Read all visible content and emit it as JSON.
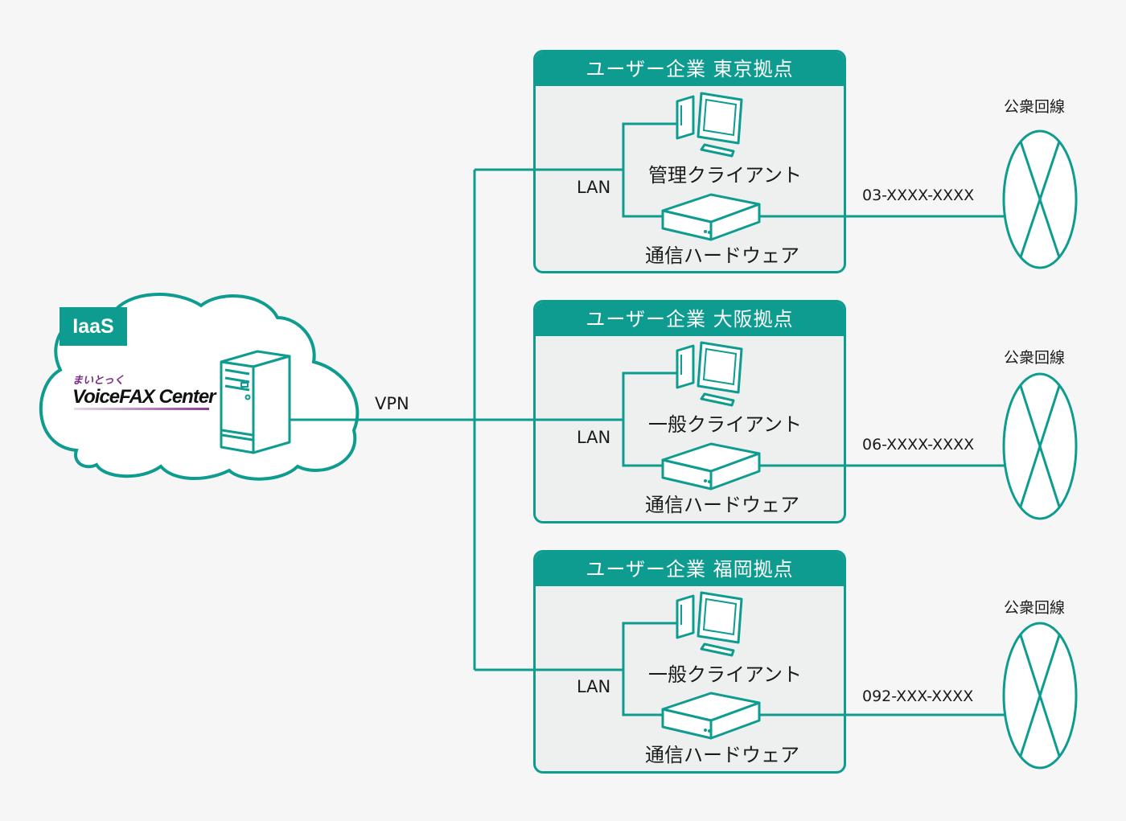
{
  "colors": {
    "accent": "#0f9c90",
    "site_bg": "#eef0ef",
    "background": "#f6f6f6",
    "logo_purple": "#7a2a86"
  },
  "cloud": {
    "badge": "IaaS",
    "logo_small": "まいとっく",
    "logo_main": "VoiceFAX Center",
    "server_icon": "server-tower-icon"
  },
  "vpn_label": "VPN",
  "sites": [
    {
      "title": "ユーザー企業 東京拠点",
      "client_label": "管理クライアント",
      "hardware_label": "通信ハードウェア",
      "lan_label": "LAN",
      "phone_number": "03-XXXX-XXXX",
      "network_label": "公衆回線"
    },
    {
      "title": "ユーザー企業 大阪拠点",
      "client_label": "一般クライアント",
      "hardware_label": "通信ハードウェア",
      "lan_label": "LAN",
      "phone_number": "06-XXXX-XXXX",
      "network_label": "公衆回線"
    },
    {
      "title": "ユーザー企業 福岡拠点",
      "client_label": "一般クライアント",
      "hardware_label": "通信ハードウェア",
      "lan_label": "LAN",
      "phone_number": "092-XXX-XXXX",
      "network_label": "公衆回線"
    }
  ]
}
